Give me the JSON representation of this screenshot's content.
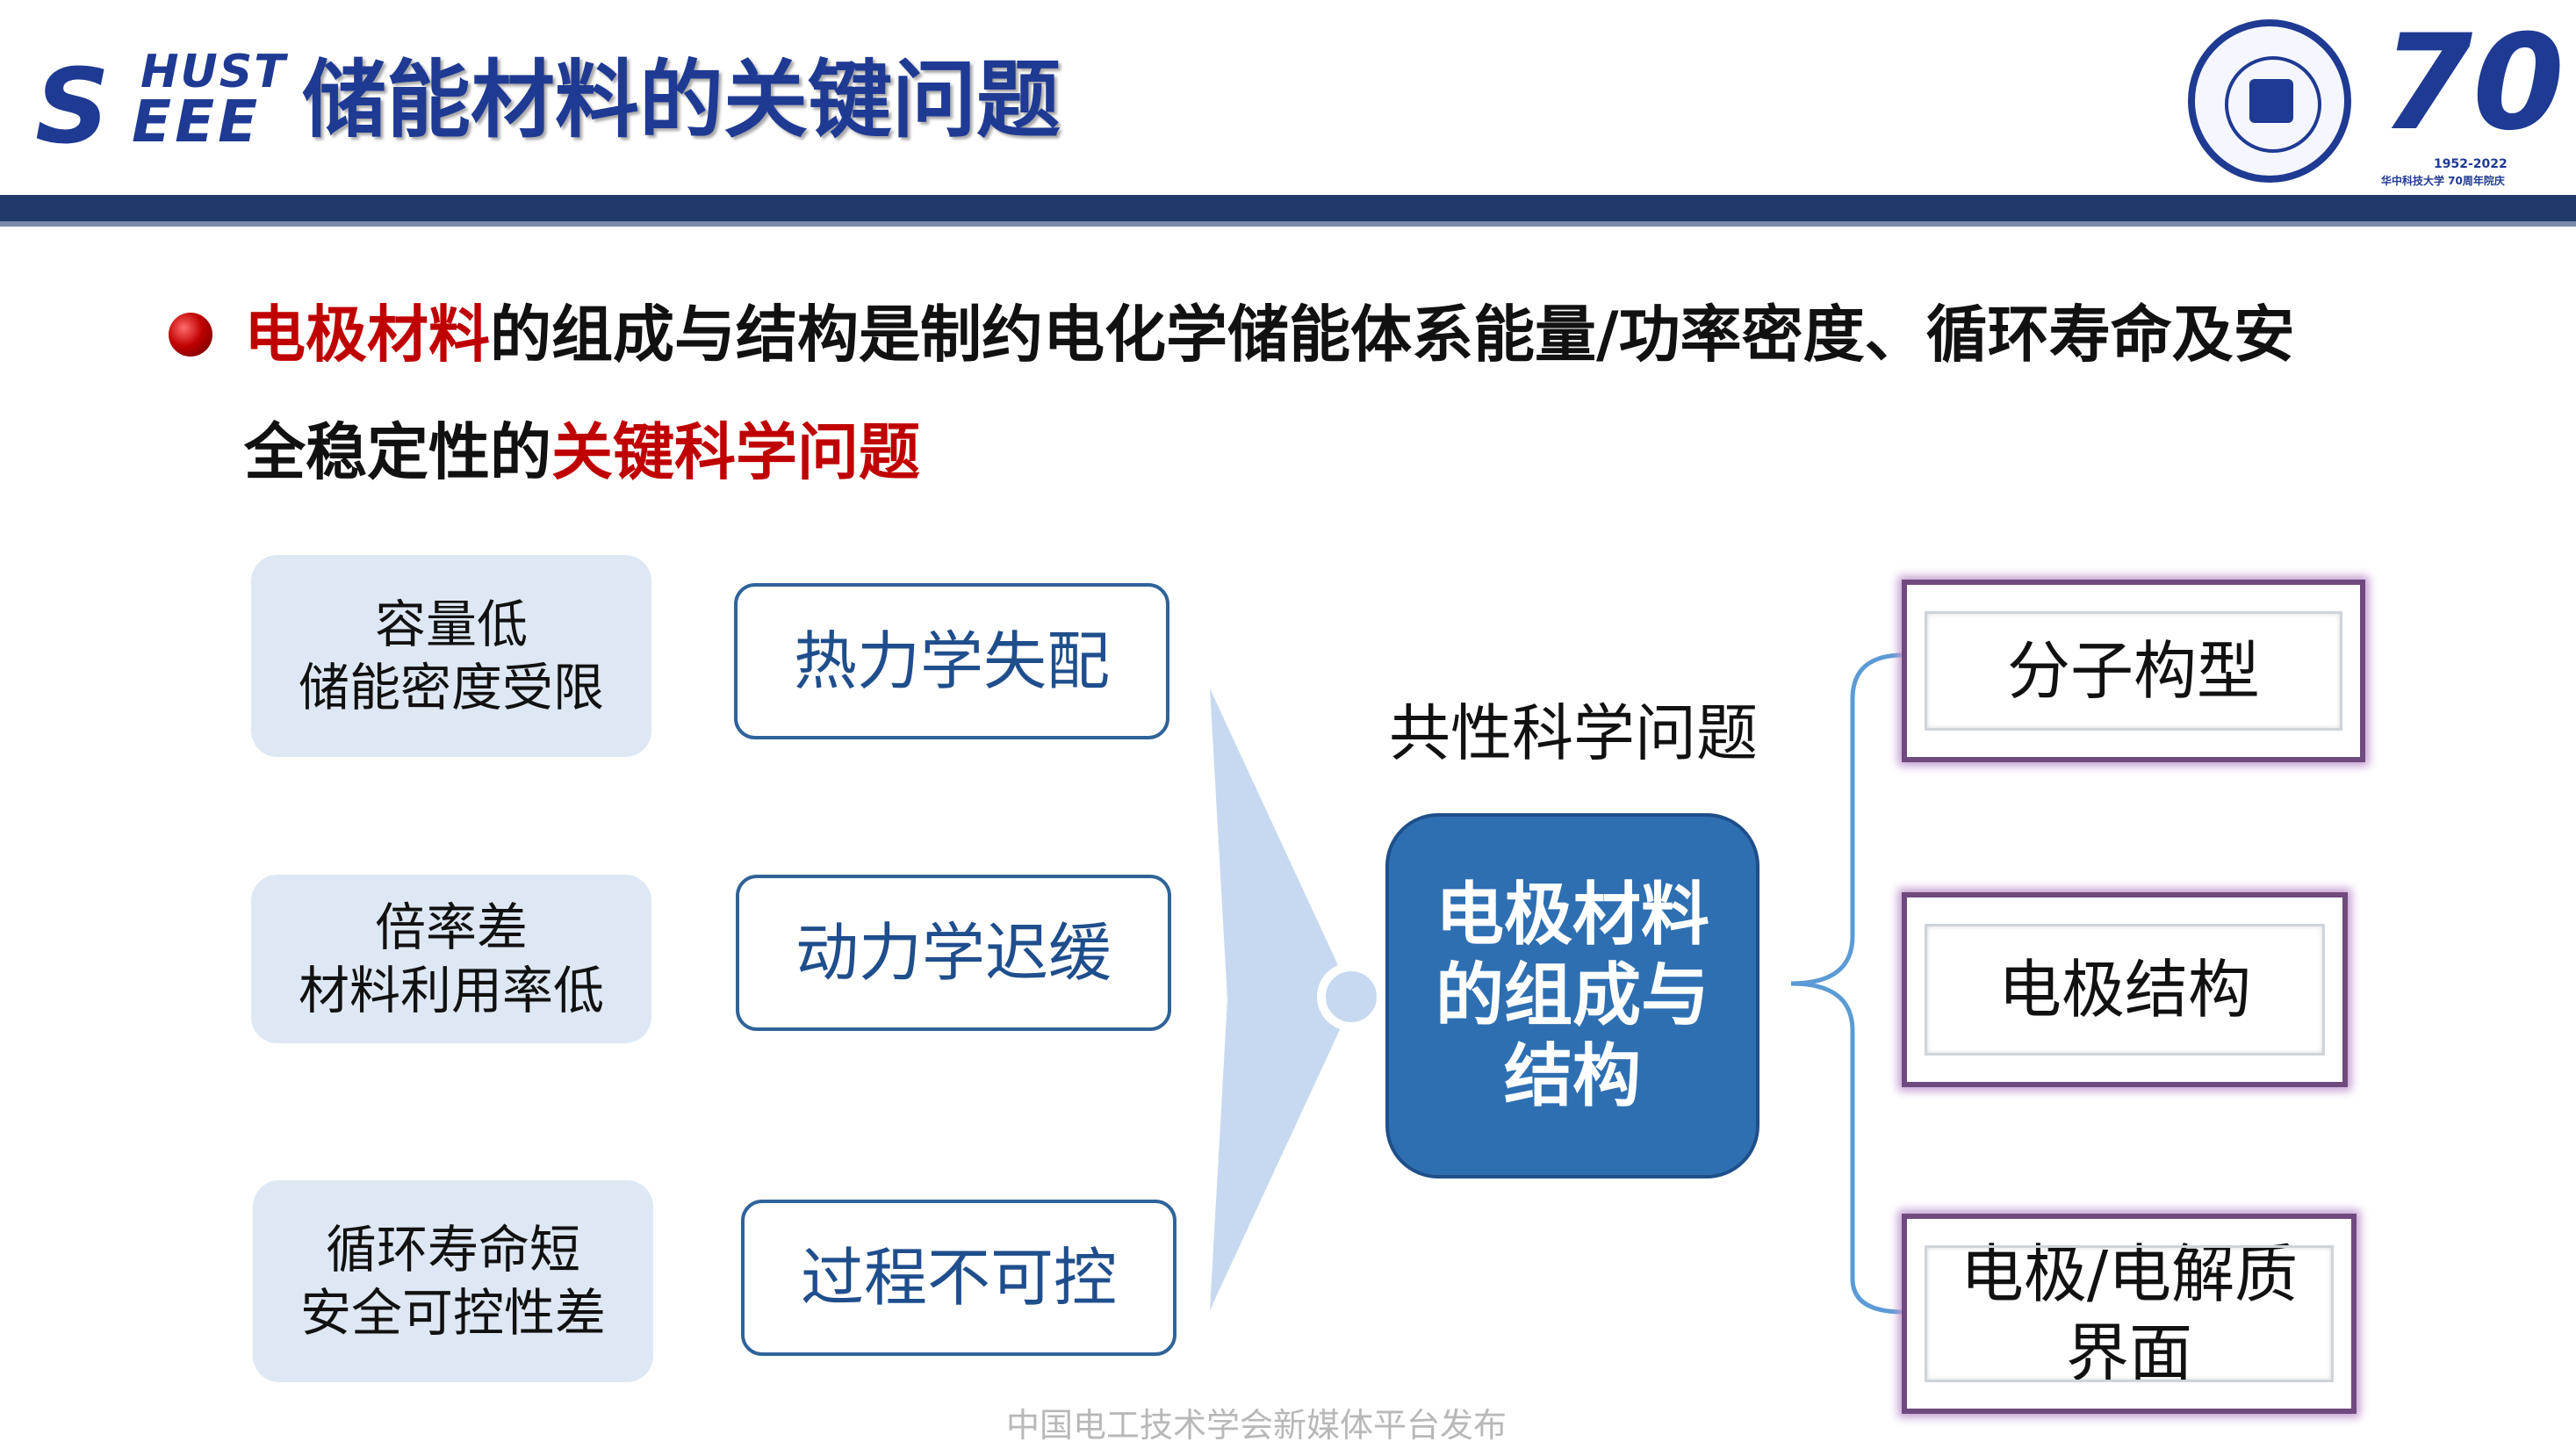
{
  "header": {
    "logo_top": "HUST",
    "logo_s": "S",
    "logo_eee": "EEE",
    "title": "储能材料的关键问题",
    "anniv_number": "70",
    "anniv_years": "1952-2022",
    "anniv_caption": "华中科技大学 70周年院庆"
  },
  "bullet": {
    "line1": [
      {
        "text": "电极材料",
        "color": "#c00000"
      },
      {
        "text": "的组成与结构是制约电化学储能体系能量/功率密度、循环寿命及安",
        "color": "#111111"
      }
    ],
    "line2": [
      {
        "text": "全稳定性的",
        "color": "#111111"
      },
      {
        "text": "关键科学问题",
        "color": "#c00000"
      }
    ]
  },
  "problems": [
    {
      "line1": "容量低",
      "line2": "储能密度受限"
    },
    {
      "line1": "倍率差",
      "line2": "材料利用率低"
    },
    {
      "line1": "循环寿命短",
      "line2": "安全可控性差"
    }
  ],
  "mechanisms": [
    "热力学失配",
    "动力学迟缓",
    "过程不可控"
  ],
  "common_label": "共性科学问题",
  "core": {
    "line1": "电极材料",
    "line2": "的组成与",
    "line3": "结构"
  },
  "factors": [
    {
      "line1": "分子构型",
      "line2": ""
    },
    {
      "line1": "电极结构",
      "line2": ""
    },
    {
      "line1": "电极/电解质",
      "line2": "界面"
    }
  ],
  "footer": "中国电工技术学会新媒体平台发布",
  "colors": {
    "brand": "#1f3a93",
    "accent_red": "#c00000",
    "core_blue": "#2e6fb2",
    "box_bg": "#dde8f4",
    "factor_border": "#6f4a7f"
  }
}
